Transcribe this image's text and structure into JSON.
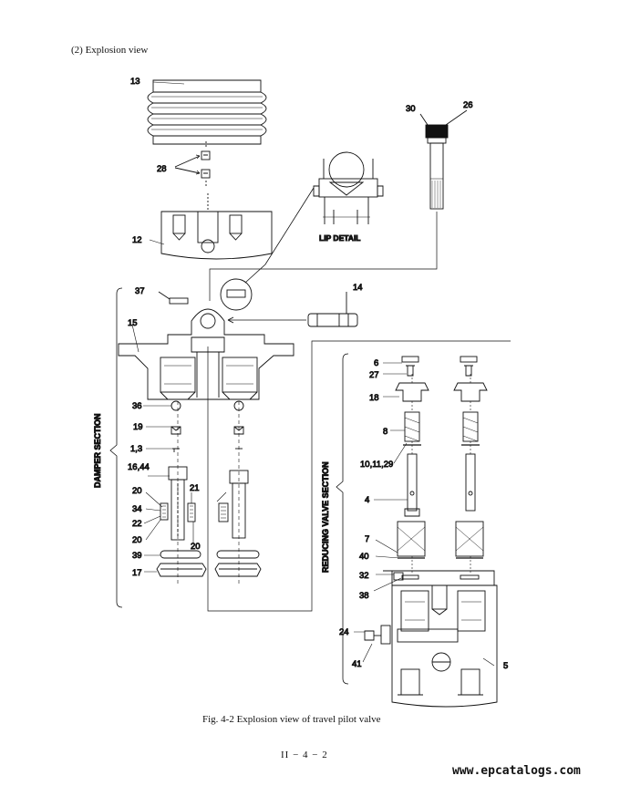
{
  "heading": "(2)  Explosion view",
  "caption": "Fig. 4-2   Explosion view of travel pilot valve",
  "page_number": "II − 4 − 2",
  "watermark": "www.epcatalogs.com",
  "lip_detail_label": "LIP DETAIL",
  "section_labels": {
    "damper": "DAMPER SECTION",
    "reducing": "REDUCING VALVE SECTION"
  },
  "part_labels": {
    "p13": "13",
    "p28": "28",
    "p12": "12",
    "p30": "30",
    "p26": "26",
    "p37": "37",
    "p14": "14",
    "p15": "15",
    "p36": "36",
    "p19": "19",
    "p1_3": "1,3",
    "p16_44": "16,44",
    "p20a": "20",
    "p21": "21",
    "p34": "34",
    "p22": "22",
    "p20b": "20",
    "p20c": "20",
    "p39": "39",
    "p17": "17",
    "p6": "6",
    "p27": "27",
    "p18": "18",
    "p8": "8",
    "p10_11_29": "10,11,29",
    "p4": "4",
    "p7": "7",
    "p40": "40",
    "p32": "32",
    "p38": "38",
    "p24": "24",
    "p41": "41",
    "p5": "5"
  }
}
